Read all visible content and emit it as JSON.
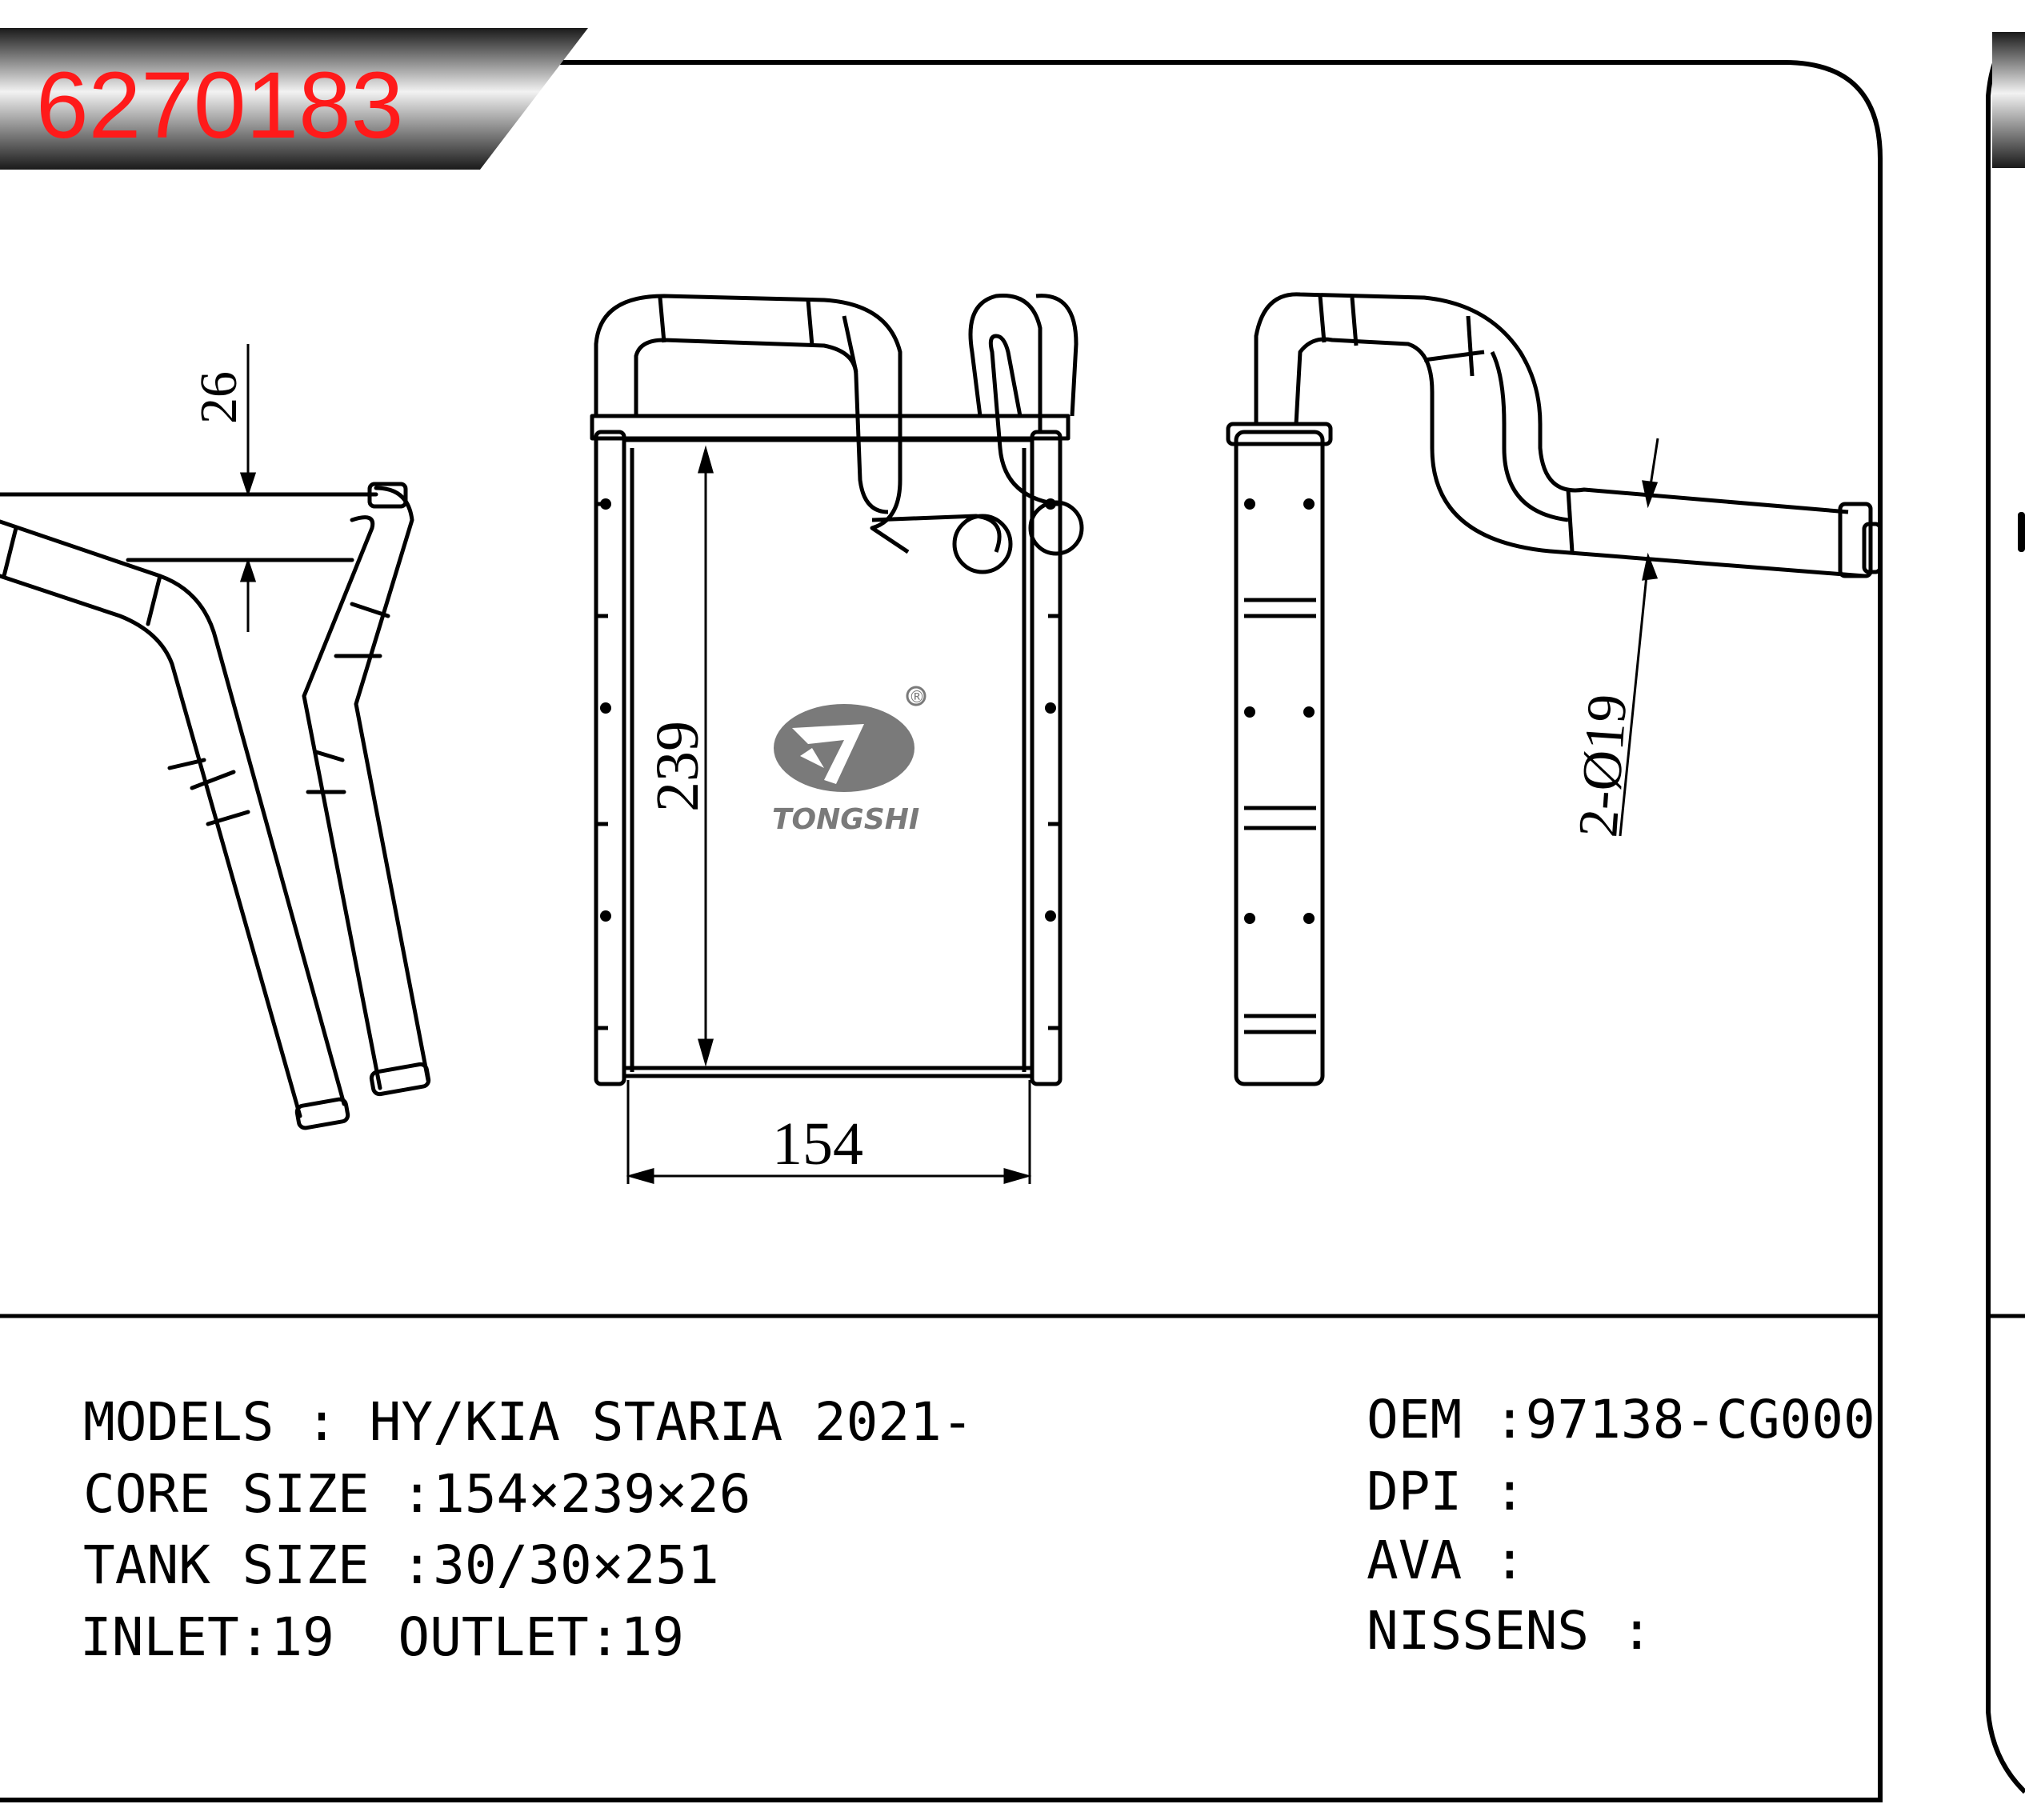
{
  "part_number": "6270183",
  "brand": {
    "name": "TONGSHI",
    "registered_mark": "®"
  },
  "dimensions": {
    "thickness": "26",
    "height": "239",
    "width": "154",
    "pipes": "2-Ø19"
  },
  "specs": {
    "models_label": "MODELS : HY/KIA STARIA 2021-",
    "core_size": "CORE SIZE :154×239×26",
    "tank_size": "TANK SIZE :30/30×251",
    "inlet_outlet": "INLET:19  OUTLET:19"
  },
  "references": {
    "oem": "OEM :97138-CG000",
    "dpi": "DPI :",
    "ava": "AVA :",
    "nissens": "NISSENS :"
  },
  "colors": {
    "part_number_red": "#ff1a1a",
    "banner_dark": "#2b2b2b",
    "logo_gray": "#7a7a7a"
  }
}
